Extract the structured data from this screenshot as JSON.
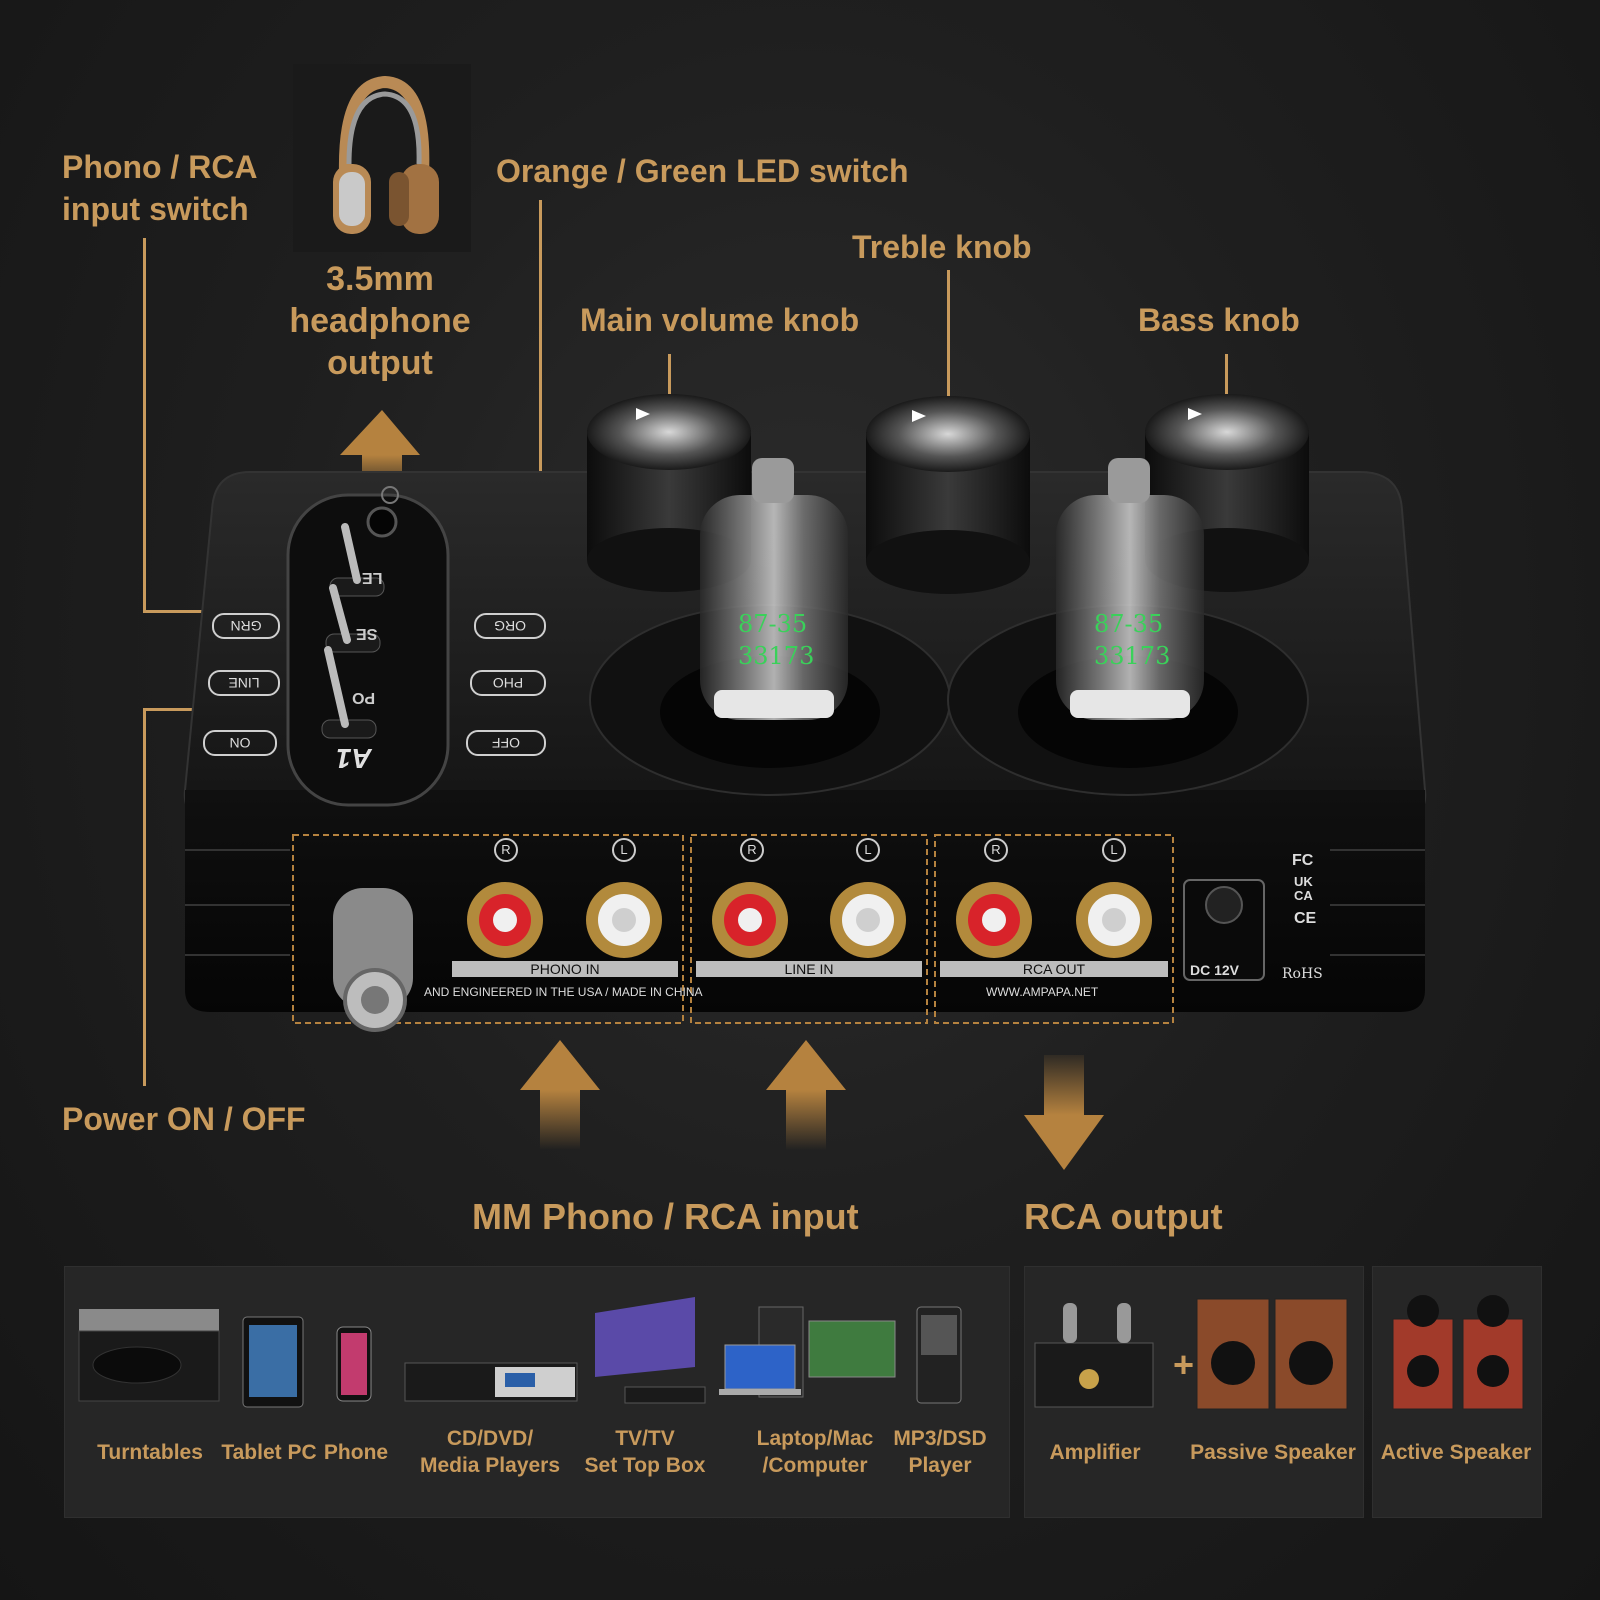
{
  "callouts": {
    "phono_rca_switch": [
      "Phono / RCA",
      "input switch"
    ],
    "headphone": [
      "3.5mm",
      "headphone",
      "output"
    ],
    "led_switch": "Orange / Green LED switch",
    "treble": "Treble knob",
    "volume": "Main volume knob",
    "bass": "Bass knob",
    "power": "Power ON / OFF",
    "mm_input": "MM Phono / RCA input",
    "rca_output": "RCA output"
  },
  "device": {
    "switch_left": [
      "GRN",
      "LINE",
      "ON"
    ],
    "switch_right": [
      "ORG",
      "PHO",
      "OFF"
    ],
    "switch_names": [
      "LE",
      "SE",
      "PO"
    ],
    "model": "A1",
    "tube_code": "87-35",
    "tube_code2": "33173",
    "rear": {
      "phono_in": "PHONO IN",
      "line_in": "LINE IN",
      "rca_out": "RCA OUT",
      "r": "R",
      "l": "L",
      "engineered": "AND ENGINEERED IN THE USA / MADE IN CHINA",
      "website": "WWW.AMPAPA.NET",
      "dc": "DC 12V",
      "certs": [
        "FC",
        "UK",
        "CA",
        "CE",
        "RoHS"
      ]
    }
  },
  "sources": [
    {
      "label": [
        "Turntables"
      ],
      "icon": "turntable-icon"
    },
    {
      "label": [
        "Tablet PC"
      ],
      "icon": "tablet-icon"
    },
    {
      "label": [
        "Phone"
      ],
      "icon": "phone-icon"
    },
    {
      "label": [
        "CD/DVD/",
        "Media Players"
      ],
      "icon": "cd-player-icon"
    },
    {
      "label": [
        "TV/TV",
        "Set Top Box"
      ],
      "icon": "tv-icon"
    },
    {
      "label": [
        "Laptop/Mac",
        "/Computer"
      ],
      "icon": "computer-icon"
    },
    {
      "label": [
        "MP3/DSD",
        "Player"
      ],
      "icon": "mp3-player-icon"
    }
  ],
  "outputs": [
    {
      "label": [
        "Amplifier"
      ],
      "icon": "amplifier-icon"
    },
    {
      "label": [
        "Passive Speaker"
      ],
      "icon": "passive-speaker-icon"
    },
    {
      "label": [
        "Active Speaker"
      ],
      "icon": "active-speaker-icon"
    }
  ],
  "colors": {
    "accent": "#c89a5c",
    "background": "#1f1f1f",
    "tube_print": "#3ad15a",
    "jack_red": "#d8232a"
  }
}
